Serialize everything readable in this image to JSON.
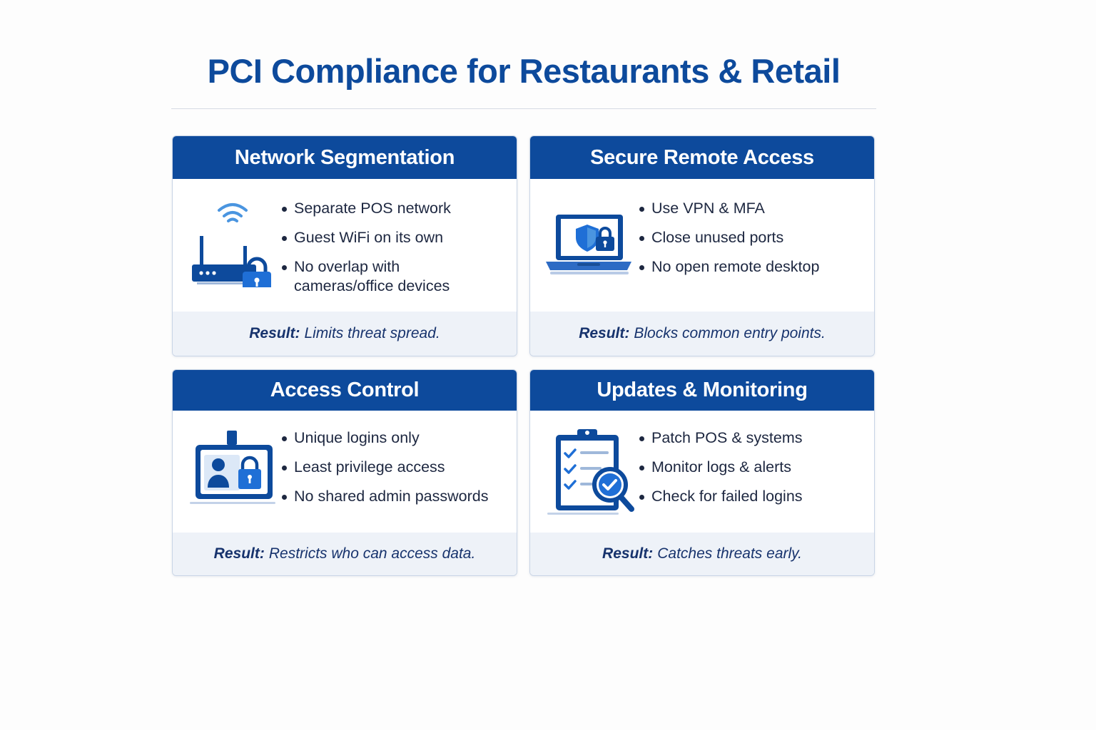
{
  "page": {
    "title": "PCI Compliance for Restaurants & Retail"
  },
  "colors": {
    "primary": "#0d4a9c",
    "accent": "#1f6fd6",
    "footer_bg": "#eef2f8",
    "text": "#1d2740"
  },
  "cards": [
    {
      "title": "Network Segmentation",
      "icon": "router-lock-icon",
      "bullets": [
        "Separate POS network",
        "Guest WiFi on its own",
        "No overlap with cameras/office devices"
      ],
      "result_label": "Result:",
      "result_text": "Limits threat spread."
    },
    {
      "title": "Secure Remote Access",
      "icon": "laptop-shield-icon",
      "bullets": [
        "Use VPN & MFA",
        "Close unused ports",
        "No open remote desktop"
      ],
      "result_label": "Result:",
      "result_text": "Blocks common entry points."
    },
    {
      "title": "Access Control",
      "icon": "id-badge-lock-icon",
      "bullets": [
        "Unique logins only",
        "Least privilege access",
        "No shared admin passwords"
      ],
      "result_label": "Result:",
      "result_text": "Restricts who can access data."
    },
    {
      "title": "Updates & Monitoring",
      "icon": "checklist-magnifier-icon",
      "bullets": [
        "Patch POS & systems",
        "Monitor logs & alerts",
        "Check for failed logins"
      ],
      "result_label": "Result:",
      "result_text": "Catches threats early."
    }
  ]
}
